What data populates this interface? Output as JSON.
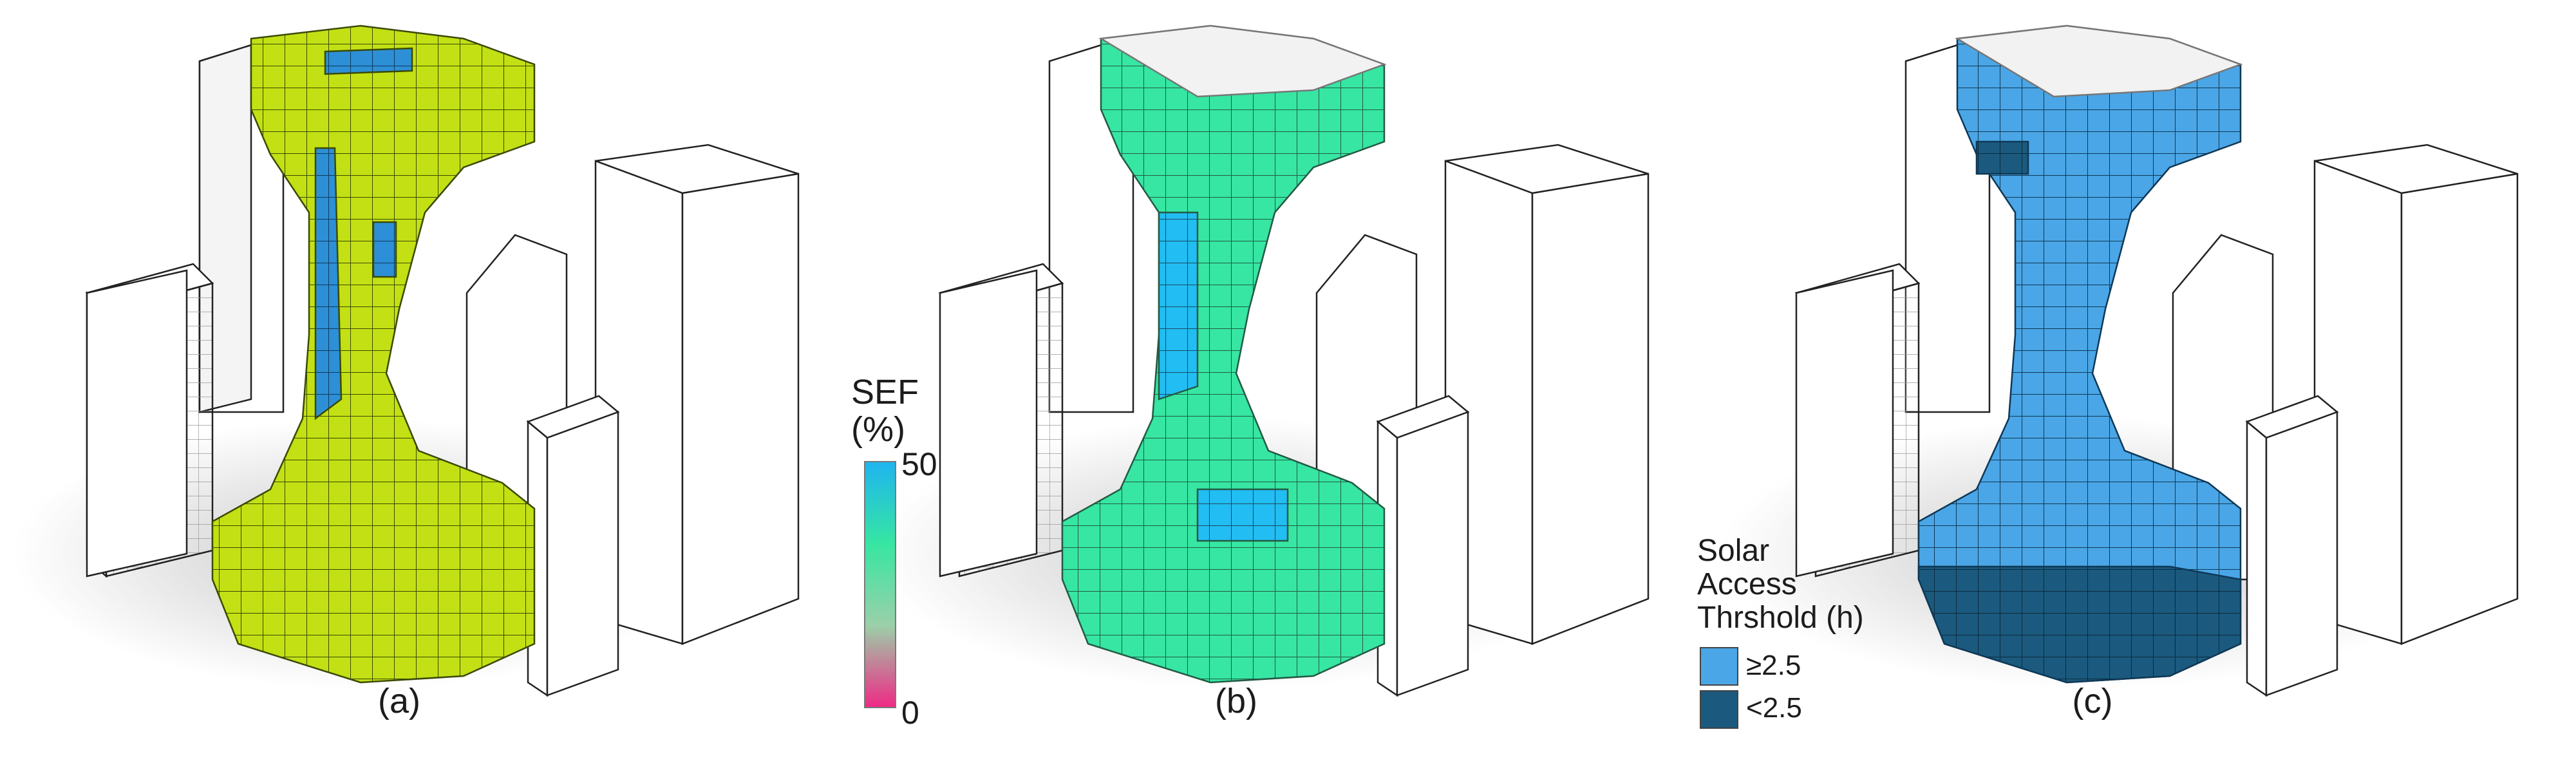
{
  "panels": [
    {
      "caption": "(a)",
      "voxel_color": "#c3e014",
      "accent_color": "#2d8fd6"
    },
    {
      "caption": "(b)",
      "voxel_colors": [
        "#36e6a2",
        "#22bdf2",
        "#b9c9b5",
        "#f5a0ad"
      ]
    },
    {
      "caption": "(c)",
      "voxel_colors": [
        "#4aa6e6",
        "#1b5a7e"
      ]
    }
  ],
  "sef_legend": {
    "title_line1": "SEF",
    "title_line2": "(%)",
    "max_label": "50",
    "min_label": "0",
    "gradient_colors": [
      "#1fb5ef",
      "#36e6a2",
      "#9bd0a9",
      "#ee2b86"
    ]
  },
  "solar_legend": {
    "title_line1": "Solar",
    "title_line2": "Access",
    "title_line3": "Thrshold (h)",
    "items": [
      {
        "label": "≥2.5",
        "color": "#4aa6e6"
      },
      {
        "label": "<2.5",
        "color": "#1b5a7e"
      }
    ]
  },
  "context_building_color": "#ffffff"
}
